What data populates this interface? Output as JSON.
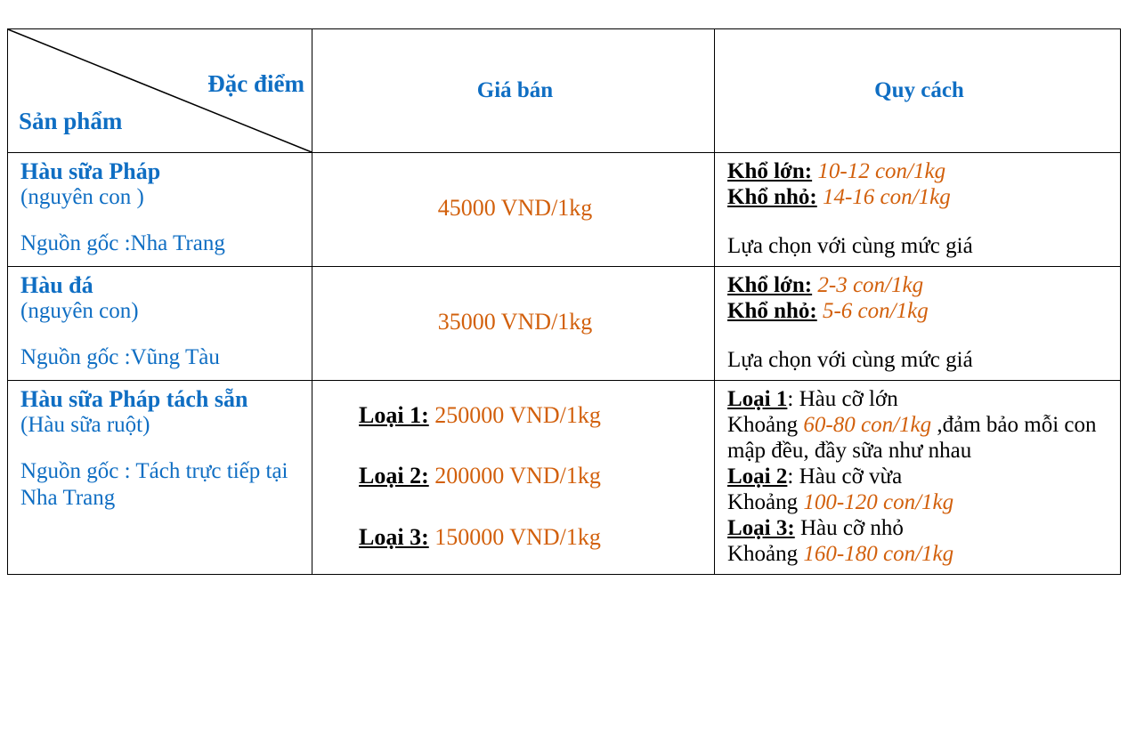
{
  "table": {
    "header": {
      "diagonal_top_right": "Đặc điểm",
      "diagonal_bottom_left": "Sản phẩm",
      "col_price": "Giá bán",
      "col_spec": "Quy cách"
    },
    "colors": {
      "heading_blue": "#0f6ec3",
      "value_orange": "#d2600c",
      "text_black": "#000000",
      "border": "#000000"
    },
    "rows": [
      {
        "product": {
          "name": "Hàu sữa Pháp",
          "sub": "(nguyên con )",
          "origin": "Nguồn gốc :Nha Trang"
        },
        "price": {
          "type": "single",
          "value": "45000 VND/1kg"
        },
        "spec": {
          "type": "sizes",
          "large_label": "Khổ lớn:",
          "large_value": "10-12 con/1kg",
          "small_label": "Khổ nhỏ:",
          "small_value": "14-16 con/1kg",
          "note": "Lựa chọn với cùng mức giá"
        }
      },
      {
        "product": {
          "name": "Hàu đá",
          "sub": "(nguyên con)",
          "origin": "Nguồn gốc :Vũng Tàu"
        },
        "price": {
          "type": "single",
          "value": "35000 VND/1kg"
        },
        "spec": {
          "type": "sizes",
          "large_label": "Khổ lớn:",
          "large_value": "2-3 con/1kg",
          "small_label": "Khổ nhỏ:",
          "small_value": "5-6 con/1kg",
          "note": "Lựa chọn với cùng mức giá"
        }
      },
      {
        "product": {
          "name": "Hàu sữa Pháp tách sẵn",
          "sub": "(Hàu sữa ruột)",
          "origin": "Nguồn gốc : Tách trực tiếp tại Nha Trang"
        },
        "price": {
          "type": "tiers",
          "tiers": [
            {
              "label": "Loại 1:",
              "value": "250000 VND/1kg"
            },
            {
              "label": "Loại 2:",
              "value": "200000 VND/1kg"
            },
            {
              "label": "Loại 3:",
              "value": "150000 VND/1kg"
            }
          ]
        },
        "spec": {
          "type": "grades",
          "grades": [
            {
              "label": "Loại 1",
              "label_suffix": ": ",
              "title": "Hàu cỡ lớn",
              "prefix": "Khoảng ",
              "count": "60-80 con/1kg",
              "tail": " ,đảm bảo mỗi con mập đều, đầy sữa như nhau"
            },
            {
              "label": "Loại 2",
              "label_suffix": ": ",
              "title": "Hàu cỡ vừa",
              "prefix": "Khoảng ",
              "count": "100-120 con/1kg",
              "tail": ""
            },
            {
              "label": "Loại 3:",
              "label_suffix": " ",
              "title": "Hàu cỡ nhỏ",
              "prefix": "Khoảng ",
              "count": "160-180 con/1kg",
              "tail": ""
            }
          ]
        }
      }
    ]
  }
}
